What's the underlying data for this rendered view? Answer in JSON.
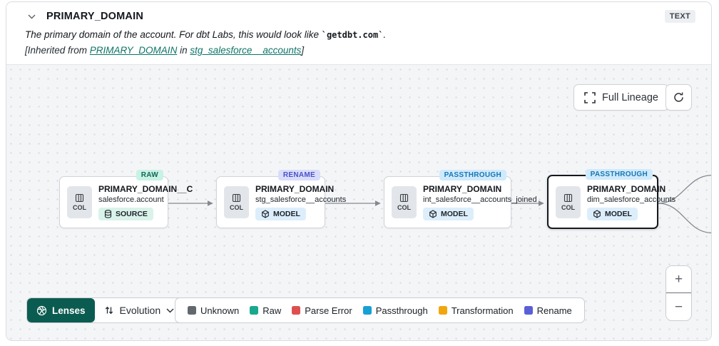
{
  "header": {
    "title": "PRIMARY_DOMAIN",
    "type_badge": "TEXT",
    "description": {
      "prefix": "The primary domain of the account. For dbt Labs, this would look like ",
      "code": "`getdbt.com`",
      "suffix": "."
    },
    "inherited": {
      "open": "[Inherited from ",
      "column_link": "PRIMARY_DOMAIN",
      "connector": " in ",
      "model_link": "stg_salesforce__accounts",
      "close": "]"
    }
  },
  "toolbar": {
    "full_lineage": "Full Lineage"
  },
  "graph": {
    "col_chip_label": "COL",
    "nodes": [
      {
        "title": "PRIMARY_DOMAIN__C",
        "subtitle": "salesforce.account",
        "tag": "RAW",
        "tag_bg": "#c7f2e4",
        "tag_color": "#13655a",
        "resource": "SOURCE",
        "resource_bg": "#d9f3ea"
      },
      {
        "title": "PRIMARY_DOMAIN",
        "subtitle": "stg_salesforce__accounts",
        "tag": "RENAME",
        "tag_bg": "#d9ddfb",
        "tag_color": "#4a51c4",
        "resource": "MODEL",
        "resource_bg": "#dceefb"
      },
      {
        "title": "PRIMARY_DOMAIN",
        "subtitle": "int_salesforce__accounts_joined",
        "tag": "PASSTHROUGH",
        "tag_bg": "#cfeafc",
        "tag_color": "#1777b3",
        "resource": "MODEL",
        "resource_bg": "#dceefb"
      },
      {
        "title": "PRIMARY_DOMAIN",
        "subtitle": "dim_salesforce_accounts",
        "tag": "PASSTHROUGH",
        "tag_bg": "#cfeafc",
        "tag_color": "#1777b3",
        "resource": "MODEL",
        "resource_bg": "#dceefb"
      }
    ]
  },
  "lenses": {
    "button_label": "Lenses",
    "button_bg": "#0b5c50",
    "selected_lens": "Evolution"
  },
  "legend": {
    "items": [
      {
        "label": "Unknown",
        "color": "#63686f"
      },
      {
        "label": "Raw",
        "color": "#18a88e"
      },
      {
        "label": "Parse Error",
        "color": "#e04f4f"
      },
      {
        "label": "Passthrough",
        "color": "#17a0d6"
      },
      {
        "label": "Transformation",
        "color": "#f2a60e"
      },
      {
        "label": "Rename",
        "color": "#5a5fd8"
      }
    ]
  },
  "zoom_controls": {
    "zoom_in": "+",
    "zoom_out": "−"
  }
}
